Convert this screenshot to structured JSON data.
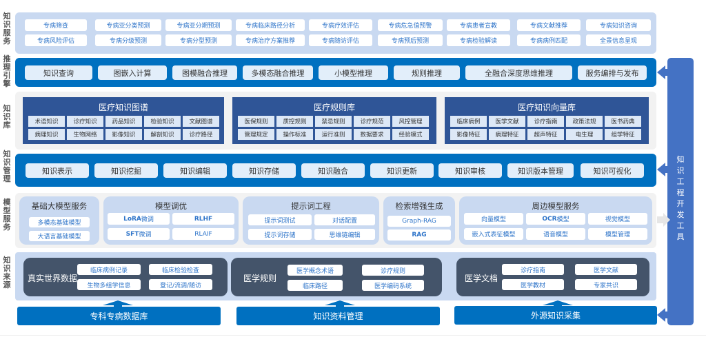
{
  "side_labels": [
    "知识服务",
    "推理引擎",
    "知识库",
    "知识管理",
    "模型服务",
    "知识来源"
  ],
  "knowledge_service": {
    "row1": [
      "专病筛查",
      "专病亚分类预测",
      "专病亚分期预测",
      "专病临床路径分析",
      "专病疗效评估",
      "专病危急值预警",
      "专病患者宣教",
      "专病文献推荐",
      "专病知识咨询"
    ],
    "row2": [
      "专病风险评估",
      "专病分级预测",
      "专病分型预测",
      "专病治疗方案推荐",
      "专病随访评估",
      "专病预后预测",
      "专病检验解读",
      "专病病例匹配",
      "全景信息呈现"
    ]
  },
  "inference_engine": [
    "知识查询",
    "图嵌入计算",
    "图模融合推理",
    "多模态融合推理",
    "小模型推理",
    "规则推理",
    "全融合深度思维推理",
    "服务编排与发布"
  ],
  "knowledge_base": [
    {
      "title": "医疗知识图谱",
      "row1": [
        "术语知识",
        "诊疗知识",
        "药品知识",
        "检验知识",
        "文献图谱"
      ],
      "row2": [
        "病理知识",
        "生物网络",
        "影像知识",
        "解剖知识",
        "诊疗路径"
      ]
    },
    {
      "title": "医疗规则库",
      "row1": [
        "医保规则",
        "质控规则",
        "禁忌规则",
        "诊疗规范",
        "风控管理"
      ],
      "row2": [
        "管理规定",
        "操作标准",
        "运行准则",
        "数据要求",
        "经验模式"
      ]
    },
    {
      "title": "医疗知识向量库",
      "row1": [
        "临床病例",
        "医学文献",
        "诊疗指南",
        "政策法规",
        "医书药典"
      ],
      "row2": [
        "影像特征",
        "病理特征",
        "超声特征",
        "电生理",
        "组学特征"
      ]
    }
  ],
  "knowledge_management": [
    "知识表示",
    "知识挖掘",
    "知识编辑",
    "知识存储",
    "知识融合",
    "知识更新",
    "知识审核",
    "知识版本管理",
    "知识可视化"
  ],
  "model_service": {
    "foundation": {
      "title": "基础大模型服务",
      "items": [
        "多模态基础模型",
        "大语言基础模型"
      ]
    },
    "tuning": {
      "title": "模型调优",
      "items": [
        "LoRA",
        "微调",
        "RLHF",
        "SFT",
        "微调",
        "RLAIF"
      ]
    },
    "prompt": {
      "title": "提示词工程",
      "items": [
        "提示词测试",
        "对话配置",
        "提示词存储",
        "思维链编辑"
      ]
    },
    "rag": {
      "title": "检索增强生成",
      "items": [
        "Graph-RAG",
        "RAG"
      ]
    },
    "peripheral": {
      "title": "周边模型服务",
      "items": [
        "向量模型",
        "OCR",
        "模型",
        "视觉模型",
        "嵌入式表征模型",
        "语音模型",
        "模型管理"
      ]
    }
  },
  "knowledge_source": [
    {
      "title": "真实世界数据",
      "items": [
        "临床病例记录",
        "临床检验检查",
        "生物多组学信息",
        "登记/流调/随访"
      ],
      "bar": "专科专病数据库"
    },
    {
      "title": "医学规则",
      "items": [
        "医学概念术语",
        "诊疗规则",
        "临床路径",
        "医学编码系统"
      ],
      "bar": "知识资料管理"
    },
    {
      "title": "医学文档",
      "items": [
        "诊疗指南",
        "医学文献",
        "医学教材",
        "专家共识"
      ],
      "bar": "外源知识采集"
    }
  ],
  "dev_tool": "知识工程开发工具"
}
